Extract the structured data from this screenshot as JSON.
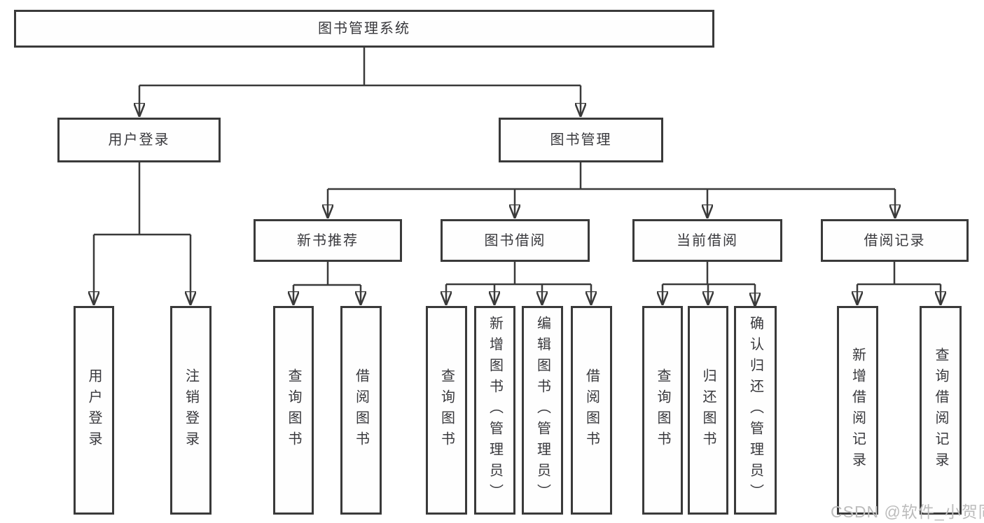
{
  "colors": {
    "background": "#ffffff",
    "line": "#3a3a3a",
    "box_border": "#3a3a3a",
    "box_fill": "#fefefe",
    "text": "#38383c",
    "watermark": "#bcbcbc"
  },
  "watermark": {
    "text": "CSDN @软件_小贺同学"
  },
  "diagram": {
    "type": "hierarchy-flowchart",
    "title": "图书管理系统",
    "nodes": {
      "root": {
        "label": "图书管理系统"
      },
      "user_login": {
        "label": "用户登录"
      },
      "book_mgmt": {
        "label": "图书管理"
      },
      "new_book_rec": {
        "label": "新书推荐"
      },
      "book_borrow": {
        "label": "图书借阅"
      },
      "current_borrow": {
        "label": "当前借阅"
      },
      "borrow_records": {
        "label": "借阅记录"
      },
      "leaf_user_login": {
        "label": "用户登录"
      },
      "leaf_logout": {
        "label": "注销登录"
      },
      "leaf_nb_query": {
        "label": "查询图书"
      },
      "leaf_nb_borrow": {
        "label": "借阅图书"
      },
      "leaf_bb_query": {
        "label": "查询图书"
      },
      "leaf_bb_add": {
        "label": "新增图书（管理员）"
      },
      "leaf_bb_edit": {
        "label": "编辑图书（管理员）"
      },
      "leaf_bb_borrow": {
        "label": "借阅图书"
      },
      "leaf_cb_query": {
        "label": "查询图书"
      },
      "leaf_cb_return": {
        "label": "归还图书"
      },
      "leaf_cb_confirm": {
        "label": "确认归还（管理员）"
      },
      "leaf_br_add": {
        "label": "新增借阅记录"
      },
      "leaf_br_query": {
        "label": "查询借阅记录"
      }
    },
    "hierarchy": {
      "图书管理系统": {
        "用户登录": [
          "用户登录",
          "注销登录"
        ],
        "图书管理": {
          "新书推荐": [
            "查询图书",
            "借阅图书"
          ],
          "图书借阅": [
            "查询图书",
            "新增图书（管理员）",
            "编辑图书（管理员）",
            "借阅图书"
          ],
          "当前借阅": [
            "查询图书",
            "归还图书",
            "确认归还（管理员）"
          ],
          "借阅记录": [
            "新增借阅记录",
            "查询借阅记录"
          ]
        }
      }
    }
  }
}
